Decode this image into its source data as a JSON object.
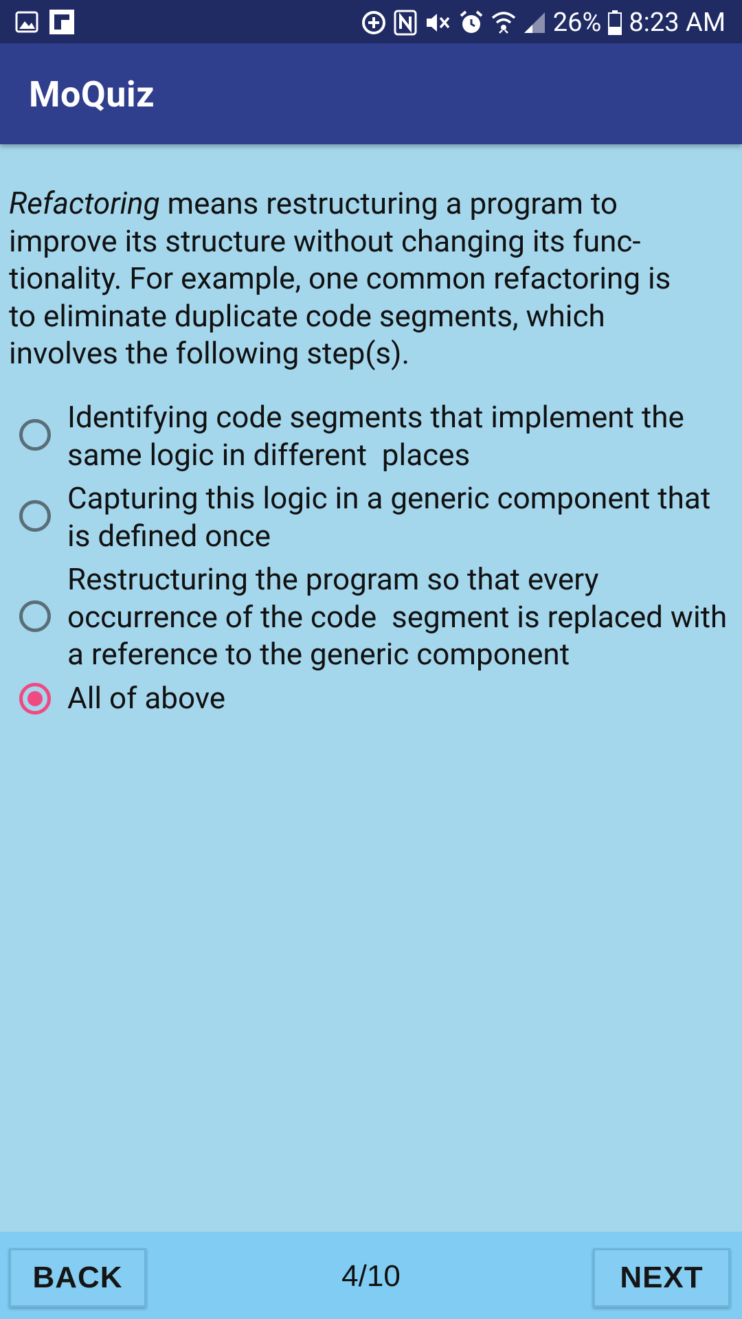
{
  "status_bar": {
    "battery": "26%",
    "time": "8:23 AM",
    "left_icons": [
      "gallery-icon",
      "flipboard-icon"
    ],
    "right_icons": [
      "data-saver-icon",
      "nfc-icon",
      "mute-icon",
      "alarm-icon",
      "wifi-icon",
      "signal-icon",
      "battery-icon"
    ]
  },
  "app_bar": {
    "title": "MoQuiz"
  },
  "question": {
    "italic_term": "Refactoring",
    "text": " means restructuring a program to improve its structure without changing its func- tionality. For example, one common refactoring is to eliminate duplicate code segments, which involves the following step(s)."
  },
  "options": [
    {
      "label": "Identifying code segments that implement the same logic in different  places",
      "selected": false
    },
    {
      "label": "Capturing this logic in a generic component that is defined once",
      "selected": false
    },
    {
      "label": "Restructuring the program so that every occurrence of the code  segment is replaced with a reference to the generic component",
      "selected": false
    },
    {
      "label": "All of above",
      "selected": true
    }
  ],
  "footer": {
    "back_label": "BACK",
    "progress": "4/10",
    "next_label": "NEXT"
  },
  "colors": {
    "status_bar": "#202b63",
    "app_bar": "#303f8d",
    "background": "#a4d6ec",
    "footer": "#80ccf3",
    "radio_selected": "#ef4a82",
    "radio_unselected": "#5a6e78"
  }
}
